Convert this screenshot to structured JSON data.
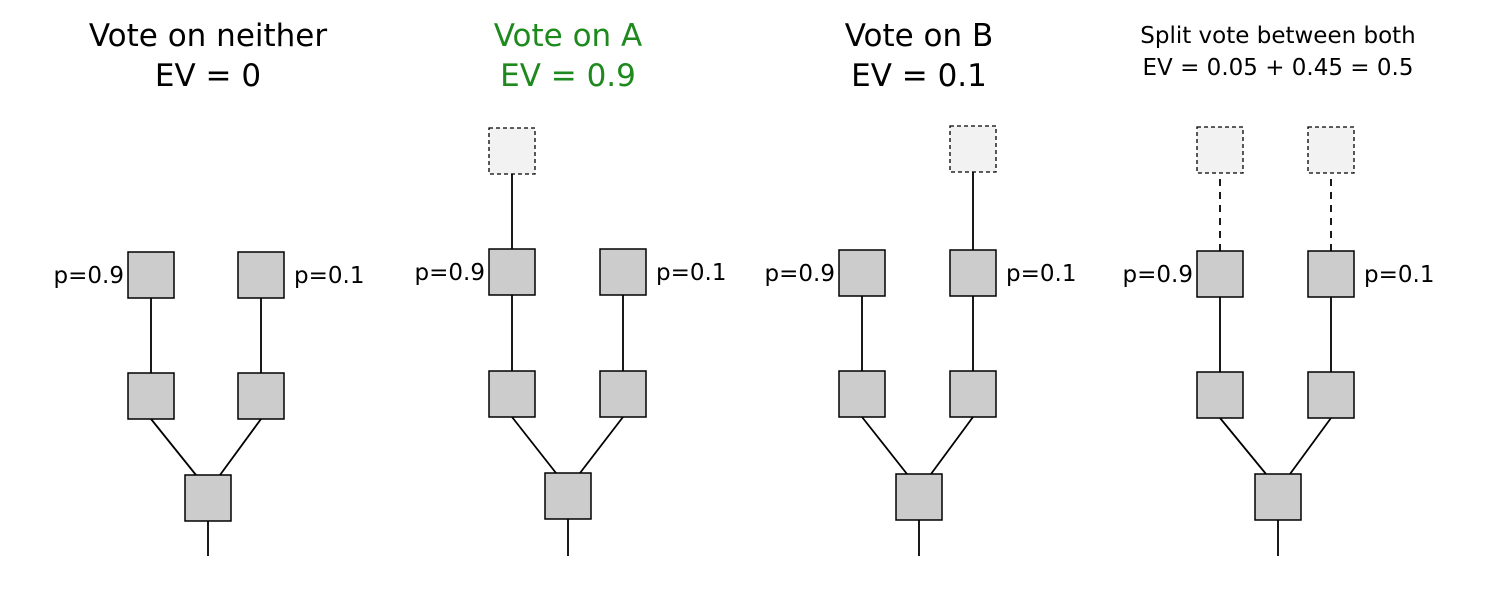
{
  "colors": {
    "highlight": "#1e8a1e",
    "node_fill": "#cccccc",
    "ghost_fill": "#f2f2f2",
    "text": "#000000"
  },
  "panels": [
    {
      "title": "Vote on neither",
      "ev": "EV = 0",
      "highlight": false,
      "left_label": "p=0.9",
      "right_label": "p=0.1",
      "extension": "none"
    },
    {
      "title": "Vote on A",
      "ev": "EV = 0.9",
      "highlight": true,
      "left_label": "p=0.9",
      "right_label": "p=0.1",
      "extension": "left"
    },
    {
      "title": "Vote on B",
      "ev": "EV = 0.1",
      "highlight": false,
      "left_label": "p=0.9",
      "right_label": "p=0.1",
      "extension": "right"
    },
    {
      "title": "Split vote between both",
      "ev": "EV = 0.05 + 0.45 = 0.5",
      "highlight": false,
      "left_label": "p=0.9",
      "right_label": "p=0.1",
      "extension": "both-dashed"
    }
  ]
}
